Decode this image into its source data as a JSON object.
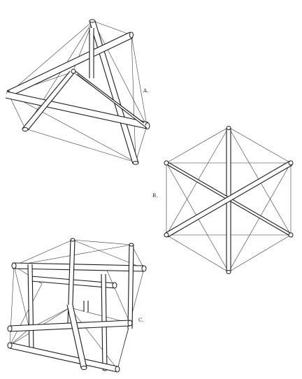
{
  "figures": [
    {
      "id": "A",
      "label": "A."
    },
    {
      "id": "B",
      "label": "B."
    },
    {
      "id": "C",
      "label": "C."
    }
  ],
  "colors": {
    "ink": "#1a1a1a",
    "paper": "#ffffff"
  }
}
